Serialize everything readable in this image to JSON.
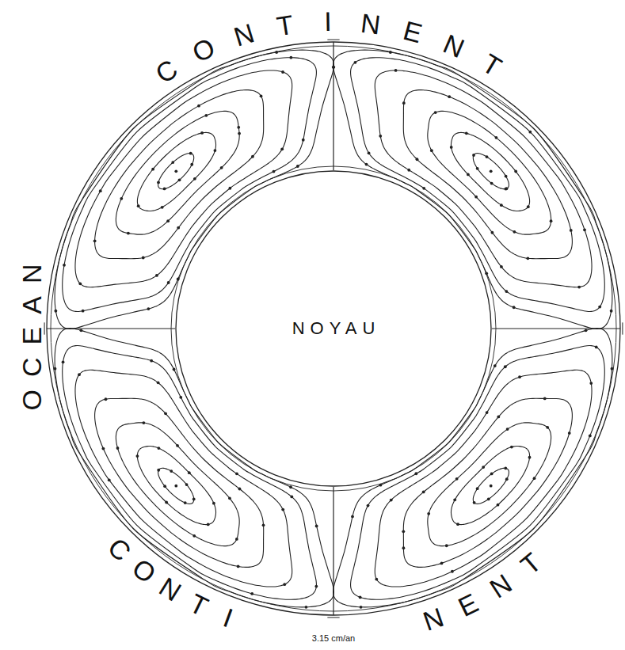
{
  "diagram": {
    "nodes": [
      {
        "text": [
          "NOYAU"
        ]
      }
    ],
    "labels": [
      "CONTINENT",
      "OCEAN",
      "CONTI",
      "NENT",
      "3.15 cm/an"
    ]
  }
}
